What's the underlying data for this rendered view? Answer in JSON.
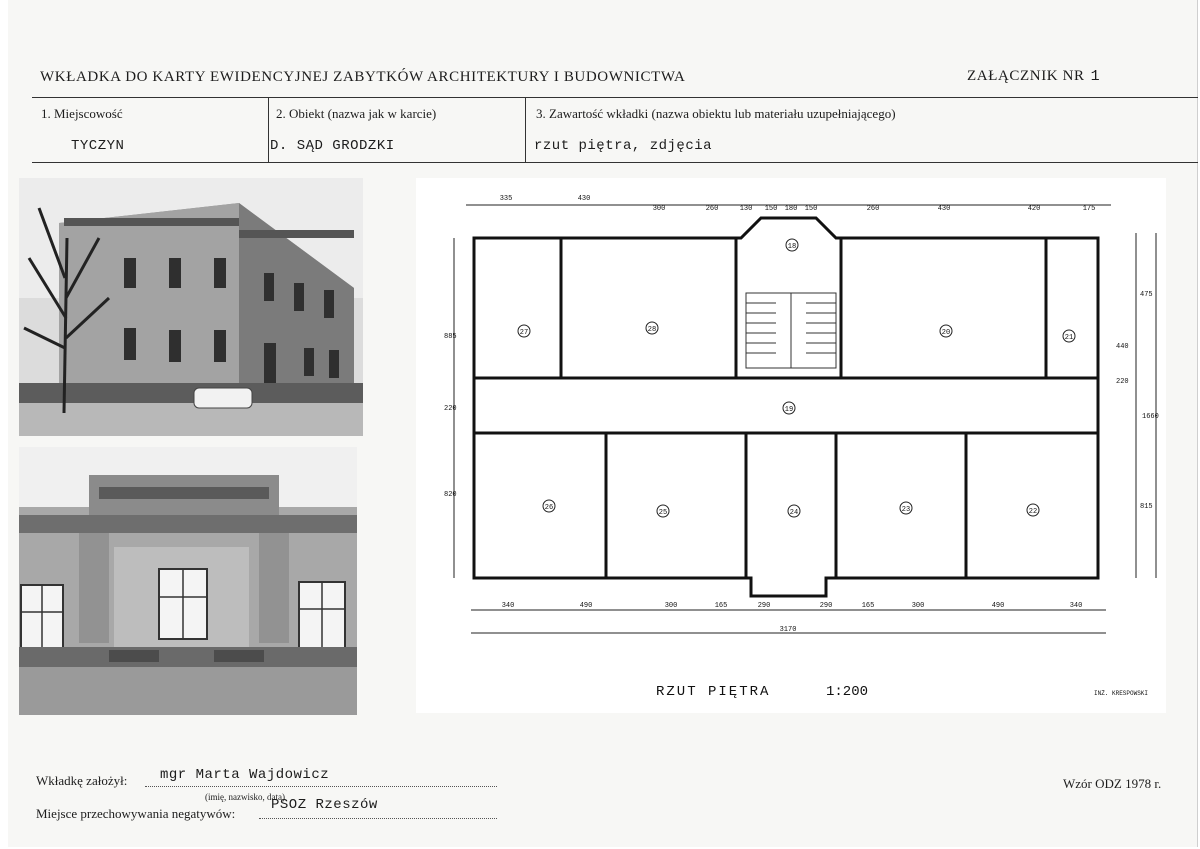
{
  "header": {
    "title": "WKŁADKA DO KARTY EWIDENCYJNEJ ZABYTKÓW ARCHITEKTURY I BUDOWNICTWA",
    "attachment_label": "ZAŁĄCZNIK NR",
    "attachment_number": "1"
  },
  "fields": [
    {
      "label": "1. Miejscowość",
      "value": "TYCZYN"
    },
    {
      "label": "2. Obiekt (nazwa jak w karcie)",
      "value": "D. SĄD GRODZKI"
    },
    {
      "label": "3. Zawartość wkładki (nazwa obiektu lub materiału uzupełniającego)",
      "value": "rzut piętra, zdjęcia"
    }
  ],
  "plan": {
    "caption": "RZUT PIĘTRA",
    "scale": "1:200",
    "top_dims": [
      "335",
      "430",
      "300",
      "260",
      "130",
      "150",
      "180",
      "150",
      "260",
      "430",
      "420",
      "175"
    ],
    "bottom_dims": [
      "340",
      "490",
      "300",
      "165",
      "290",
      "290",
      "165",
      "300",
      "490",
      "340"
    ],
    "total_length": "3170",
    "left_dims": [
      "885",
      "220",
      "820"
    ],
    "right_dims": [
      "475",
      "440",
      "220",
      "1660",
      "815"
    ],
    "rooms": [
      "27",
      "28",
      "18",
      "20",
      "21",
      "19",
      "26",
      "25",
      "24",
      "23",
      "22"
    ],
    "signature": "INŻ. KRESPOWSKI"
  },
  "footer": {
    "author_label": "Wkładkę założył:",
    "author_value": "mgr Marta Wajdowicz",
    "author_hint": "(imię, nazwisko, data)",
    "negatives_label": "Miejsce przechowywania negatywów:",
    "negatives_value": "PSOZ Rzeszów",
    "form_id": "Wzór ODZ 1978 r."
  }
}
